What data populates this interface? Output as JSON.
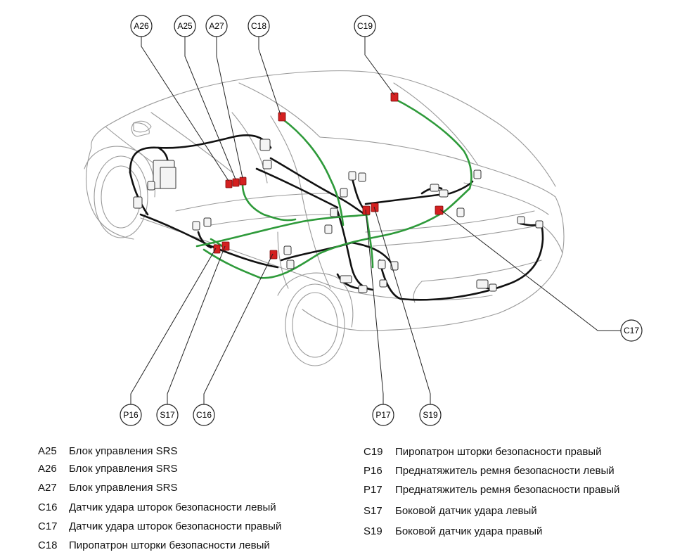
{
  "callouts": {
    "a26": "A26",
    "a25": "A25",
    "a27": "A27",
    "c18": "C18",
    "c19": "C19",
    "c17": "C17",
    "p16": "P16",
    "s17": "S17",
    "c16": "C16",
    "p17": "P17",
    "s19": "S19"
  },
  "legend_left": [
    {
      "code": "A25",
      "desc": "Блок управления SRS"
    },
    {
      "code": "A26",
      "desc": "Блок управления SRS"
    },
    {
      "code": "A27",
      "desc": "Блок управления SRS"
    },
    {
      "code": "C16",
      "desc": "Датчик удара шторок безопасности левый"
    },
    {
      "code": "C17",
      "desc": "Датчик удара шторок безопасности правый"
    },
    {
      "code": "C18",
      "desc": "Пиропатрон шторки безопасности левый"
    }
  ],
  "legend_right": [
    {
      "code": "C19",
      "desc": "Пиропатрон шторки безопасности правый"
    },
    {
      "code": "P16",
      "desc": "Преднатяжитель ремня безопасности левый"
    },
    {
      "code": "P17",
      "desc": "Преднатяжитель ремня безопасности правый"
    },
    {
      "code": "S17",
      "desc": "Боковой датчик удара левый"
    },
    {
      "code": "S19",
      "desc": "Боковой датчик удара правый"
    }
  ],
  "colors": {
    "harness_green": "#2e9a3a",
    "harness_black": "#111111",
    "connector_red": "#d42020",
    "body_outline": "#9a9a9a"
  }
}
